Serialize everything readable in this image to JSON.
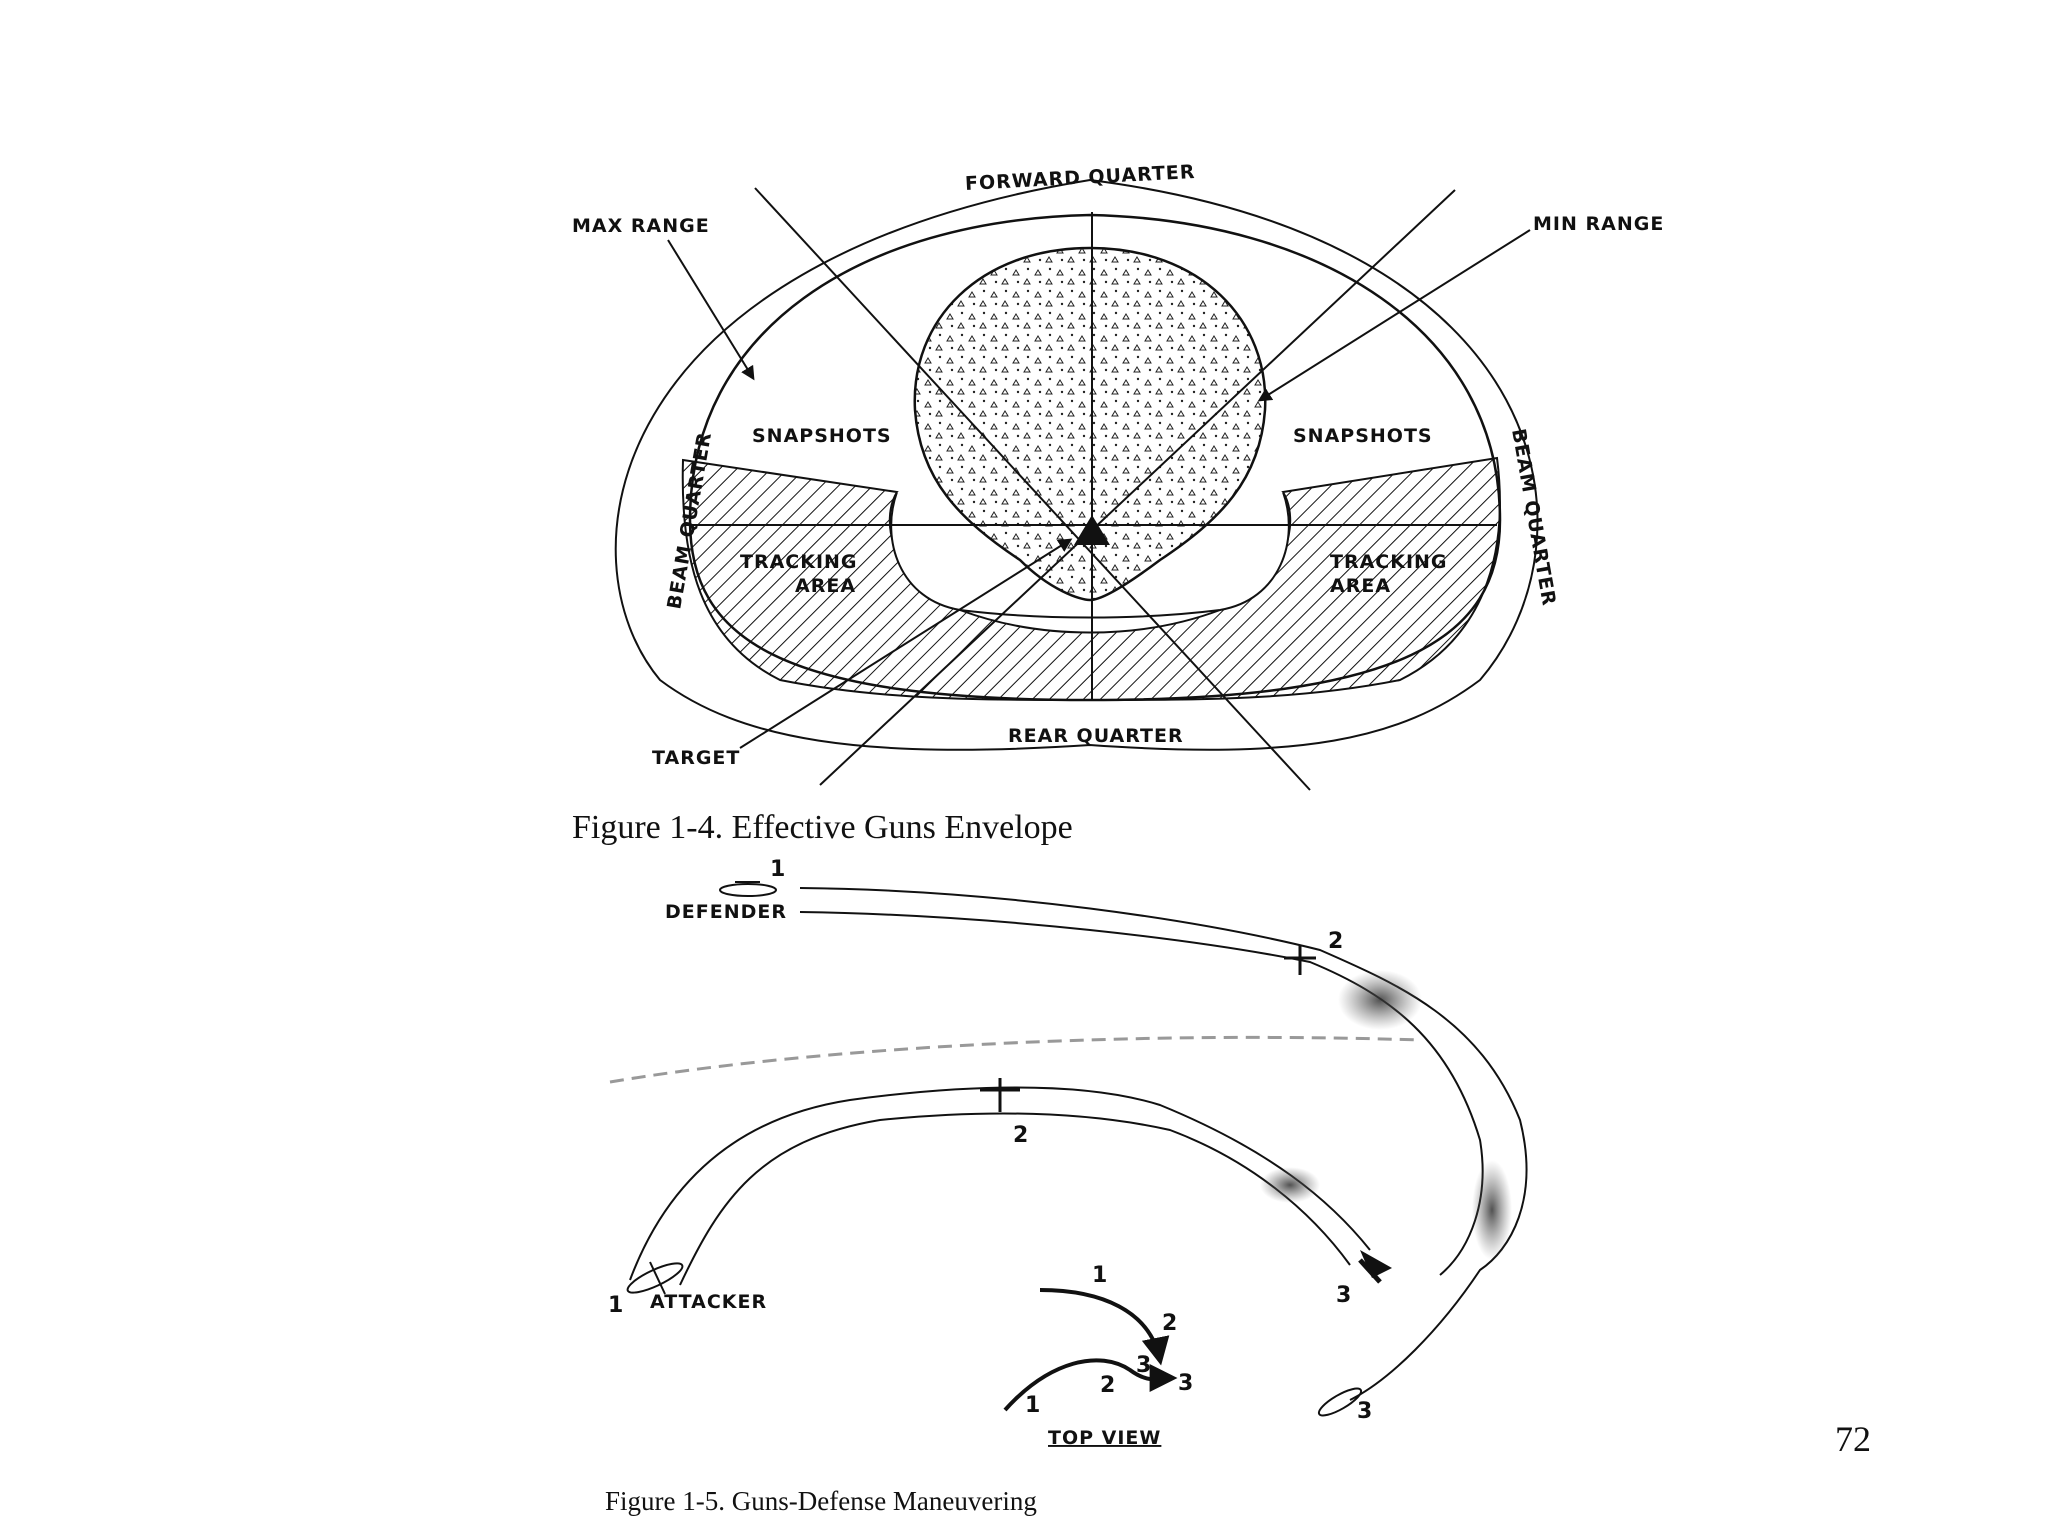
{
  "figure1": {
    "labels": {
      "forward_quarter": "FORWARD QUARTER",
      "max_range": "MAX RANGE",
      "min_range": "MIN RANGE",
      "snapshots_left": "SNAPSHOTS",
      "snapshots_right": "SNAPSHOTS",
      "beam_quarter_left": "BEAM QUARTER",
      "beam_quarter_right": "BEAM QUARTER",
      "tracking_left_line1": "TRACKING",
      "tracking_left_line2": "AREA",
      "tracking_right_line1": "TRACKING",
      "tracking_right_line2": "AREA",
      "rear_quarter": "REAR QUARTER",
      "target": "TARGET"
    },
    "caption": "Figure 1-4. Effective Guns Envelope"
  },
  "figure2": {
    "defender_label": "DEFENDER",
    "attacker_label": "ATTACKER",
    "top_view_label": "TOP VIEW",
    "positions": {
      "defender_1": "1",
      "defender_2": "2",
      "defender_3": "3",
      "attacker_1": "1",
      "attacker_2": "2",
      "attacker_3": "3",
      "top_1a": "1",
      "top_2a": "2",
      "top_3a": "3",
      "top_1b": "1",
      "top_2b": "2",
      "top_3b": "3"
    },
    "caption": "Figure 1-5. Guns-Defense Maneuvering"
  },
  "page_number": "72",
  "colors": {
    "ink": "#111111",
    "background": "#ffffff"
  }
}
